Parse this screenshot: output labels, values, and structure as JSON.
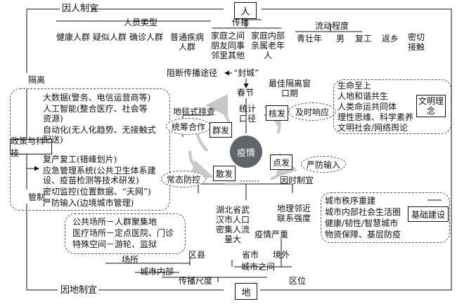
{
  "top": {
    "factor_left": "因人制宜",
    "ren": "人",
    "person_type": "人员类型",
    "spread": "传播",
    "mobility": "流动程度",
    "groups_person": [
      "健康人群",
      "疑似人群",
      "确诊人群",
      "普通疾病人群"
    ],
    "groups_spread": [
      "家庭之间朋友同事邻里其他",
      "家庭内部亲属老年人"
    ],
    "groups_mobility": [
      "青壮年",
      "男",
      "复工",
      "返乡",
      "密切接触"
    ],
    "block_route": "阻断传播途径",
    "fengcheng": "“封城”"
  },
  "left": {
    "isolate": "隔离",
    "manage": "管制",
    "policy_box": "政策与科技",
    "items": [
      "大数据(警务、电信运营商等)",
      "人工智能(整合医疗、社会等资源)",
      "自动化(无人化趋势、无接触式配送)",
      "复产复工(错峰划片)",
      "应急管理系统(公共卫生体系建设、疫苗检测等技术研发)",
      "密切监控(位置数据、“天网”)",
      "严防输入(边境城市管理)"
    ],
    "places": [
      "公共场所－人群聚集地",
      "医疗场所－定点医院、门诊",
      "特殊空间－游轮、监狱"
    ]
  },
  "center": {
    "spring_festival": "春节",
    "isolation_window": "最佳隔离窗口期",
    "stats": "统计口径",
    "outbreak_core": "疫情",
    "outbreak_burst": "核发",
    "timely_response": "及时响应",
    "mass_outbreak": "群发",
    "door_to_door": "地毯式排查",
    "coordination": "统筹合作",
    "scattered": "散发",
    "normal_prevent": "常态防控",
    "point_outbreak": "点发",
    "strict_import": "严防输入",
    "time_adapt": "因时制宜"
  },
  "bottom": {
    "hubei": "湖北省武汉市人口密集人流量大",
    "geo_adjacent": "地理邻近联系强度",
    "severity": "疫情严重",
    "places_label": "场所",
    "county": "区县",
    "province_city": "省市",
    "abroad": "境外",
    "within_city": "城市内部",
    "between_city": "城市之间",
    "spread_scale": "传播尺度",
    "district": "区位",
    "di": "地",
    "factor_left": "因地制宜"
  },
  "right": {
    "civ_box": "文明理念",
    "civ_items": [
      "生命至上",
      "人地和谐共生",
      "人类命运共同体",
      "理性思维、科学素养",
      "文明社会/网络舆论"
    ],
    "infra_box": "基础建设",
    "infra_items": [
      "城市秩序重建",
      "城市内部社会生活圈",
      "健康/韧性/智慧城市",
      "物资保障、基层防疫"
    ]
  }
}
